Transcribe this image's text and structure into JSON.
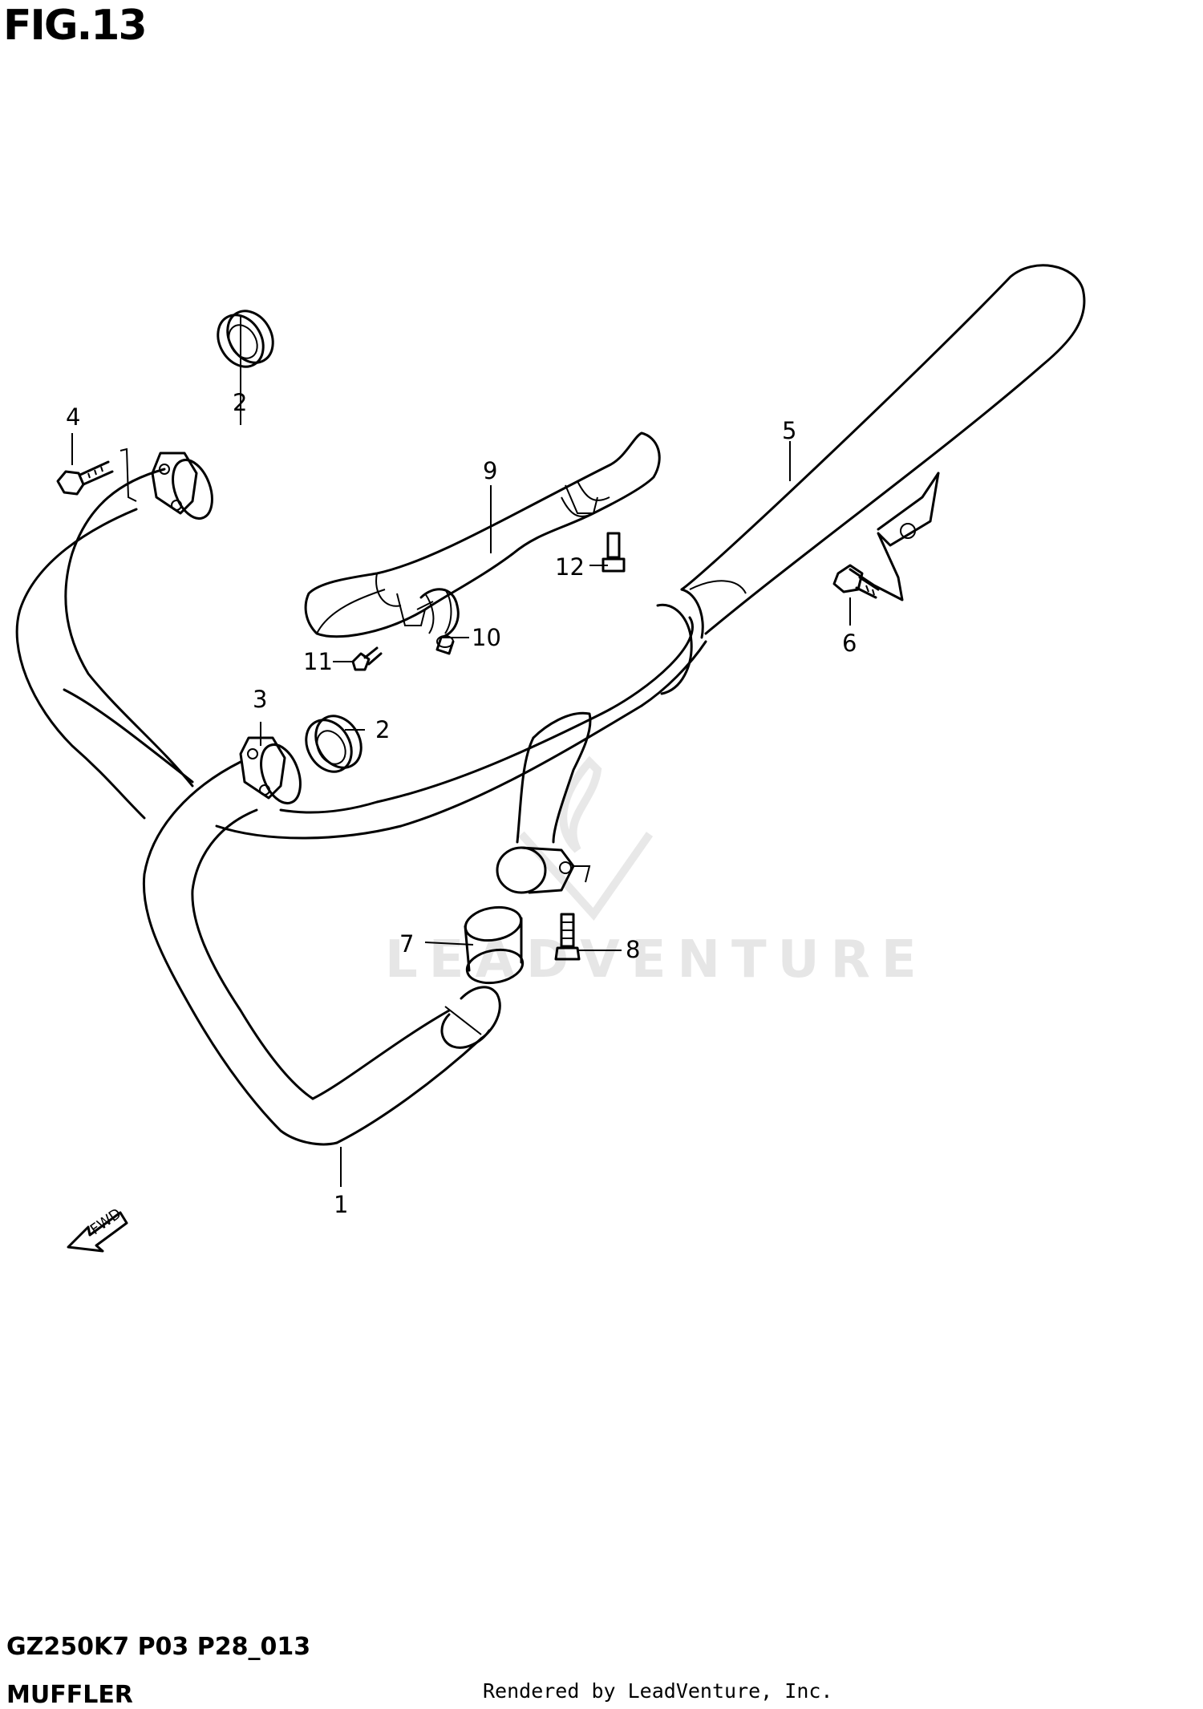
{
  "figure": {
    "title": "FIG.13",
    "model_code": "GZ250K7 P03 P28_013",
    "name": "MUFFLER",
    "rendered_by": "Rendered by LeadVenture, Inc.",
    "watermark": "LEADVENTURE",
    "fwd_label": "FWD"
  },
  "callouts": [
    {
      "id": "callout-1",
      "text": "1"
    },
    {
      "id": "callout-2a",
      "text": "2"
    },
    {
      "id": "callout-2b",
      "text": "2"
    },
    {
      "id": "callout-3",
      "text": "3"
    },
    {
      "id": "callout-4",
      "text": "4"
    },
    {
      "id": "callout-5",
      "text": "5"
    },
    {
      "id": "callout-6",
      "text": "6"
    },
    {
      "id": "callout-7",
      "text": "7"
    },
    {
      "id": "callout-8",
      "text": "8"
    },
    {
      "id": "callout-9",
      "text": "9"
    },
    {
      "id": "callout-10",
      "text": "10"
    },
    {
      "id": "callout-11",
      "text": "11"
    },
    {
      "id": "callout-12",
      "text": "12"
    }
  ]
}
